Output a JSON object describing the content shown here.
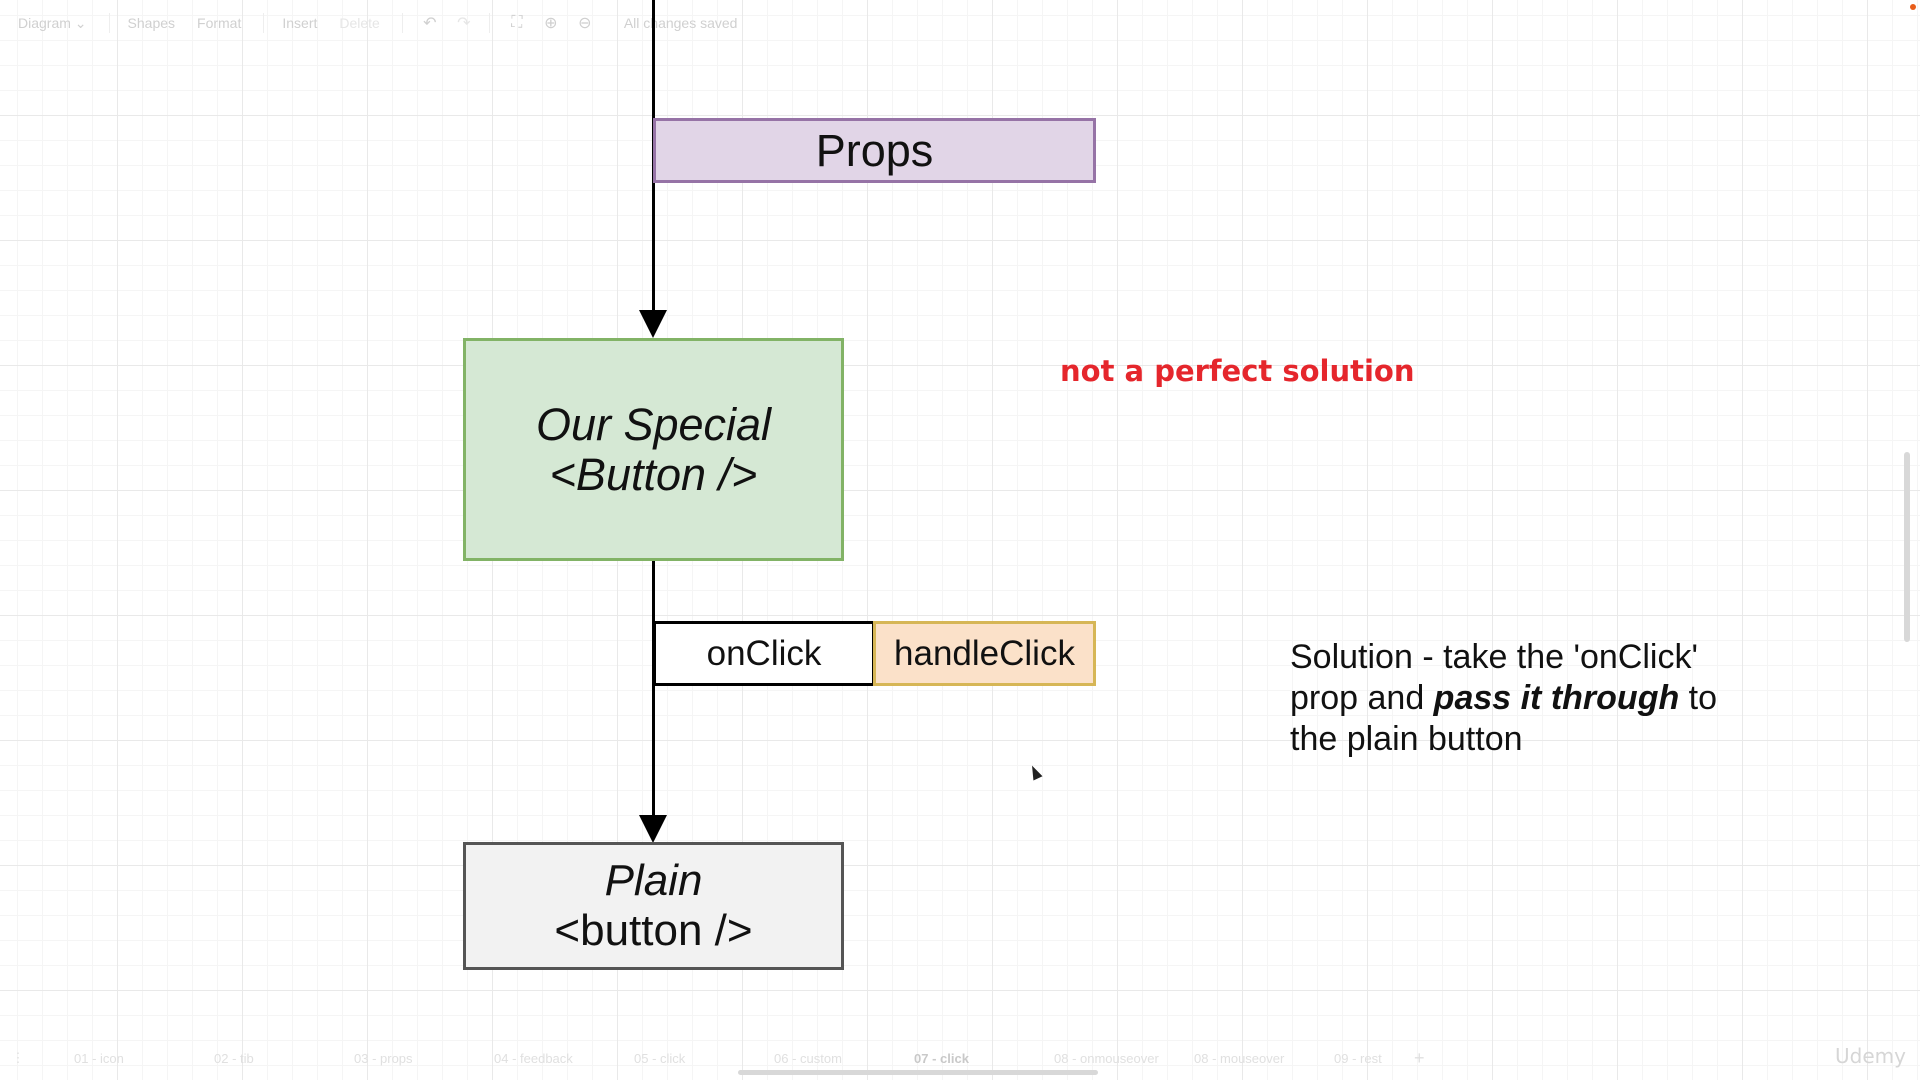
{
  "toolbar": {
    "diagram_label": "Diagram",
    "shapes_label": "Shapes",
    "format_label": "Format",
    "insert_label": "Insert",
    "delete_label": "Delete",
    "status": "All changes saved"
  },
  "diagram": {
    "props_label": "Props",
    "special_button_line1": "Our Special",
    "special_button_line2": "<Button />",
    "onclick_label": "onClick",
    "handleclick_label": "handleClick",
    "plain_button_line1": "Plain",
    "plain_button_line2": "<button />",
    "colors": {
      "props_fill": "#e1d5e7",
      "props_stroke": "#9673a6",
      "special_fill": "#d5e8d4",
      "special_stroke": "#82b366",
      "handleclick_fill": "#fbe1c9",
      "handleclick_stroke": "#d6b656",
      "plain_fill": "#f2f2f2",
      "warning_color": "#e5262c"
    }
  },
  "annotations": {
    "warning": "not a perfect solution",
    "solution_part1": "Solution - take the 'onClick' prop and ",
    "solution_emphasis": "pass it through",
    "solution_part2": " to the plain button"
  },
  "page_tabs": [
    {
      "label": "01 - icon"
    },
    {
      "label": "02 - tib"
    },
    {
      "label": "03 - props"
    },
    {
      "label": "04 - feedback"
    },
    {
      "label": "05 - click"
    },
    {
      "label": "06 - custom"
    },
    {
      "label": "07 - click",
      "active": true
    },
    {
      "label": "08 - onmouseover"
    },
    {
      "label": "08 - mouseover"
    },
    {
      "label": "09 - rest"
    }
  ],
  "brand": "Udemy"
}
